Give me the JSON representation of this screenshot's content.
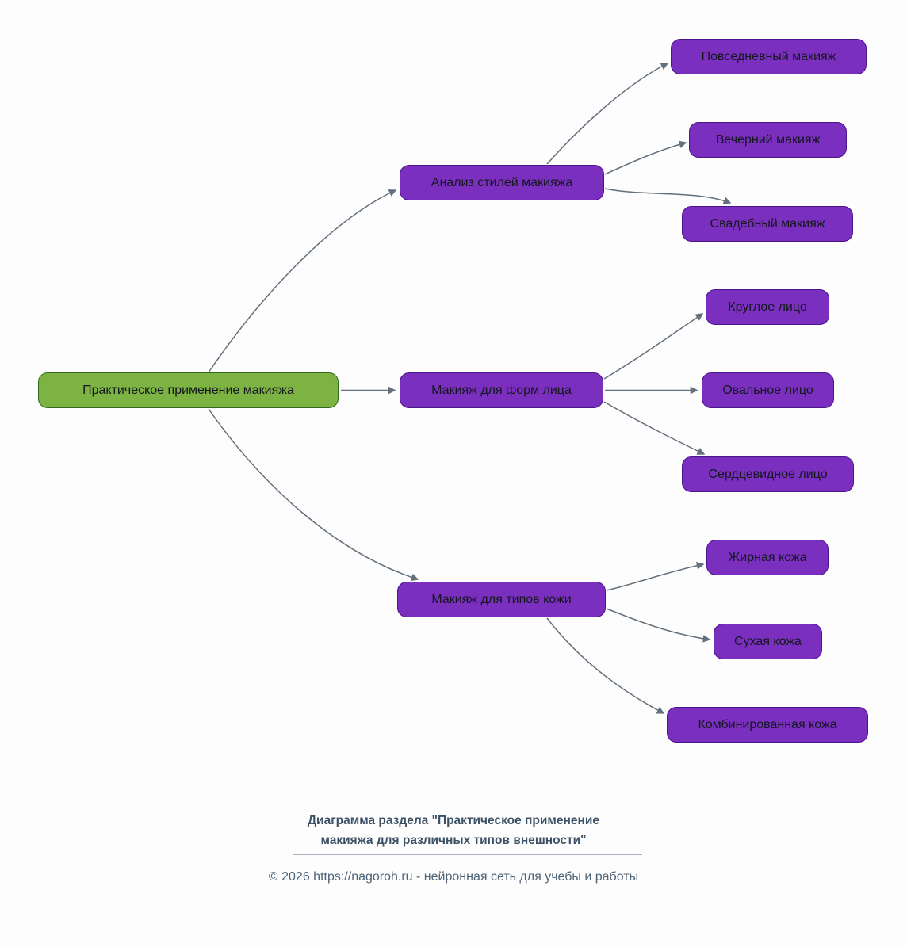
{
  "diagram": {
    "root": {
      "label": "Практическое применение макияжа"
    },
    "branches": [
      {
        "label": "Анализ стилей макияжа",
        "children": [
          "Повседневный макияж",
          "Вечерний макияж",
          "Свадебный макияж"
        ]
      },
      {
        "label": "Макияж для форм лица",
        "children": [
          "Круглое лицо",
          "Овальное лицо",
          "Сердцевидное лицо"
        ]
      },
      {
        "label": "Макияж для типов кожи",
        "children": [
          "Жирная кожа",
          "Сухая кожа",
          "Комбинированная кожа"
        ]
      }
    ]
  },
  "caption": {
    "line1": "Диаграмма раздела \"Практическое применение",
    "line2": "макияжа для различных типов внешности\""
  },
  "footer_text": "© 2026 https://nagoroh.ru - нейронная сеть для учебы и работы",
  "colors": {
    "bg": "#fdfdfd",
    "root_fill": "#7cb342",
    "root_border": "#33691e",
    "node_fill": "#7b2fbf",
    "node_border": "#4a148c",
    "edge": "#64707d",
    "caption": "#3d5166",
    "footer": "#4d6377"
  }
}
